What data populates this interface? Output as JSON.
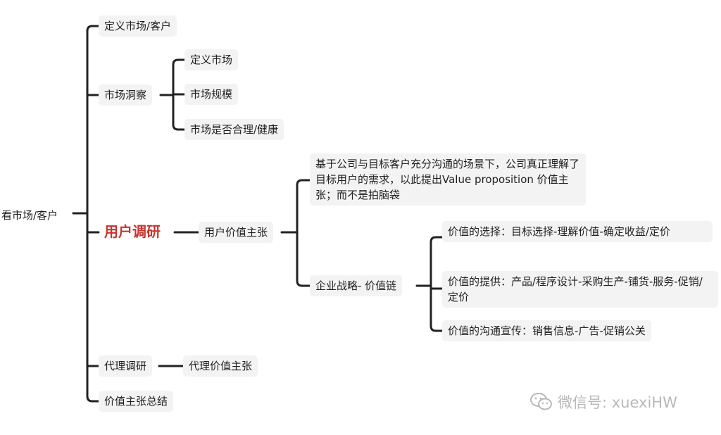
{
  "colors": {
    "line": "#222222",
    "node_bg": "#f3f3f3",
    "highlight": "#c8362f",
    "watermark": "#b8b8b8"
  },
  "root": {
    "label": "看市场/客户"
  },
  "branches": {
    "define": {
      "label": "定义市场/客户"
    },
    "insight": {
      "label": "市场洞察",
      "children": [
        "定义市场",
        "市场规模",
        "市场是否合理/健康"
      ]
    },
    "research": {
      "label": "用户调研",
      "value_prop": {
        "label": "用户价值主张",
        "desc": "基于公司与目标客户充分沟通的场景下，公司真正理解了目标用户的需求，以此提出Value proposition 价值主张；而不是拍脑袋",
        "chain": {
          "label": "企业战略- 价值链",
          "items": [
            "价值的选择：目标选择-理解价值-确定收益/定价",
            "价值的提供：产品/程序设计-采购生产-铺货-服务-促销/定价",
            "价值的沟通宣传：销售信息-广告-促销公关"
          ]
        }
      }
    },
    "agent": {
      "label": "代理调研",
      "child": "代理价值主张"
    },
    "summary": {
      "label": "价值主张总结"
    }
  },
  "watermark": {
    "icon": "wechat-icon",
    "text": "微信号: xuexiHW"
  }
}
